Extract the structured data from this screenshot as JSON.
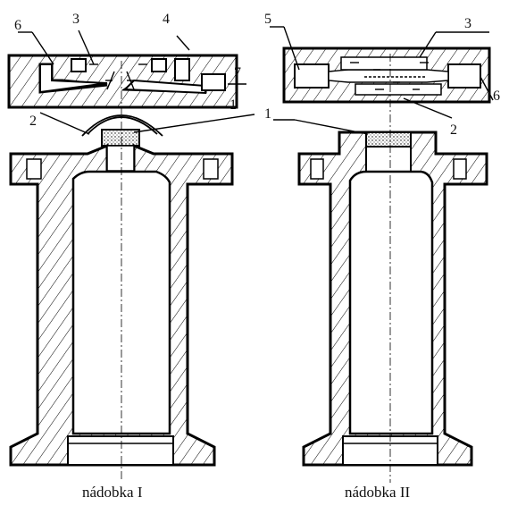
{
  "labels": {
    "left": [
      {
        "id": "six",
        "text": "6"
      },
      {
        "id": "three",
        "text": "3"
      },
      {
        "id": "four",
        "text": "4"
      },
      {
        "id": "seven",
        "text": "7"
      },
      {
        "id": "two",
        "text": "2"
      },
      {
        "id": "one",
        "text": "1"
      }
    ],
    "right": [
      {
        "id": "five",
        "text": "5"
      },
      {
        "id": "three",
        "text": "3"
      },
      {
        "id": "six",
        "text": "6"
      },
      {
        "id": "one",
        "text": "1"
      },
      {
        "id": "two",
        "text": "2"
      }
    ]
  },
  "captions": {
    "left": "nádobka I",
    "right": "nádobka II"
  },
  "colors": {
    "stroke": "#000000",
    "background": "#ffffff"
  }
}
